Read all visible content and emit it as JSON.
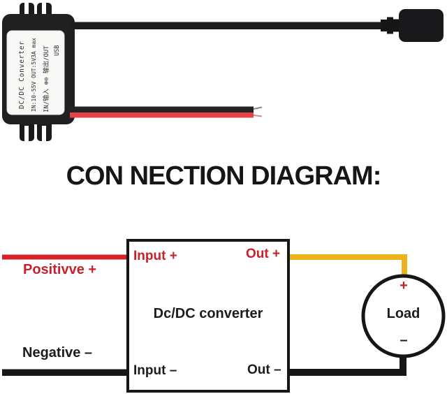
{
  "heading": "CON NECTION DIAGRAM:",
  "photo": {
    "device_label": {
      "title": "DC/DC Converter",
      "specs": "IN:10-55V OUT:5V3A max",
      "io": "IN/输入 ⊕⊖  输出/OUT",
      "port": "USB"
    },
    "wire_colors": {
      "input_black": "#232325",
      "input_red": "#e64249",
      "usb_cable_black": "#1c1c1e"
    }
  },
  "diagram": {
    "converter_label": "Dc/DC converter",
    "terminals": {
      "input_plus": "Input +",
      "out_plus": "Out +",
      "input_minus": "Input –",
      "out_minus": "Out –"
    },
    "wire_labels": {
      "positive": "Positivve +",
      "negative": "Negative –"
    },
    "load": {
      "label": "Load",
      "plus": "+",
      "minus": "–"
    },
    "colors": {
      "positive_red": "#d42127",
      "output_yellow": "#eeb21f",
      "wire_black": "#161616",
      "red_text": "#c9202a"
    }
  }
}
